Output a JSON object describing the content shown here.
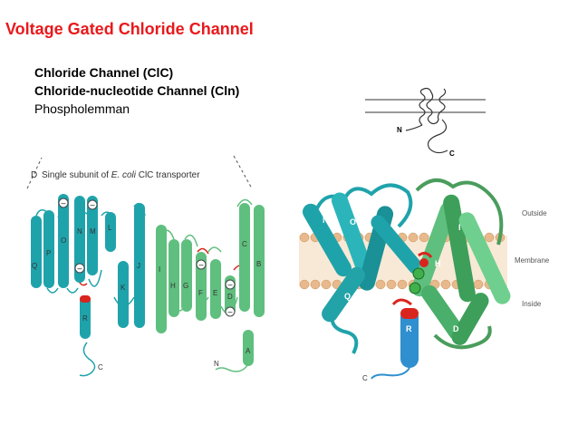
{
  "slide": {
    "title": "Voltage Gated Chloride Channel",
    "bullets": [
      "Chloride Channel (ClC)",
      "Chloride-nucleotide Channel (Cln)",
      "Phospholemman"
    ]
  },
  "topology_sketch": {
    "n_label": "N",
    "c_label": "C"
  },
  "topology_diagram": {
    "panel_label": "D",
    "caption_pre": "Single subunit of ",
    "caption_italic": "E. coli",
    "caption_post": " ClC transporter",
    "n_label": "N",
    "c_label": "C",
    "helix_labels": [
      "Q",
      "P",
      "O",
      "N",
      "M",
      "L",
      "K",
      "J",
      "I",
      "H",
      "G",
      "F",
      "E",
      "D",
      "C",
      "B",
      "A",
      "R"
    ],
    "charge_marks": [
      "–",
      "–",
      "–",
      "–",
      "–",
      "–"
    ]
  },
  "structure_model": {
    "outside_label": "Outside",
    "membrane_label": "Membrane",
    "inside_label": "Inside",
    "helix_labels": [
      "N",
      "O",
      "Q",
      "R",
      "I",
      "H",
      "B",
      "D"
    ],
    "c_label": "C"
  },
  "colors": {
    "title": "#e8191c",
    "teal_helix": "#1fa3ab",
    "green_helix": "#5fbf7e",
    "blue_helix": "#2f8fcf",
    "loop_red": "#d9251d"
  }
}
